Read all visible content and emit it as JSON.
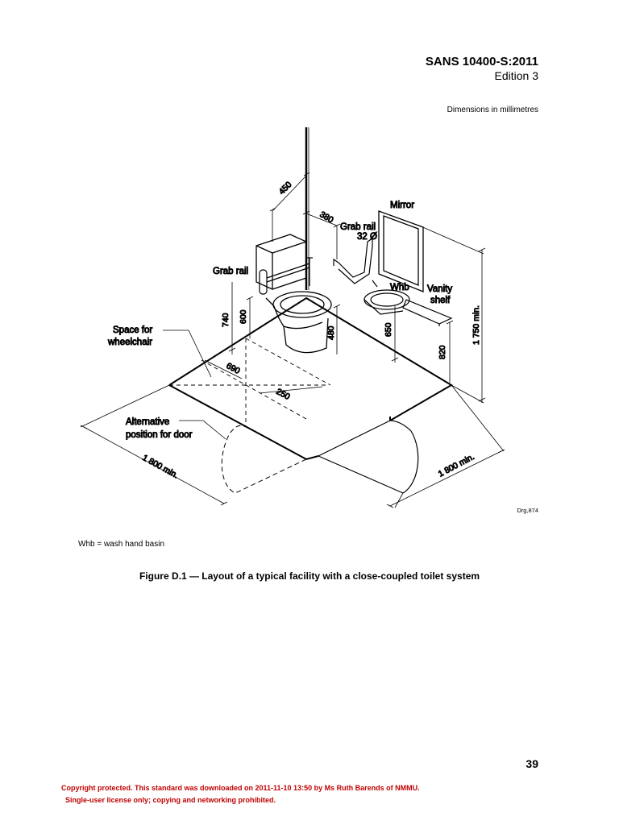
{
  "header": {
    "standard": "SANS 10400-S:2011",
    "edition": "Edition 3"
  },
  "dimensions_note": "Dimensions in millimetres",
  "drawing": {
    "labels": {
      "mirror": "Mirror",
      "grab_rail_right": "Grab rail",
      "grab_rail_diameter": "32 Ø",
      "whb": "Whb",
      "vanity_line1": "Vanity",
      "vanity_line2": "shelf",
      "grab_rail_left": "Grab rail",
      "space_line1": "Space for",
      "space_line2": "wheelchair",
      "alt_line1": "Alternative",
      "alt_line2": "position for door"
    },
    "dimensions": {
      "d450": "450",
      "d380": "380",
      "d740": "740",
      "d600": "600",
      "d480": "480",
      "d650": "650",
      "d820": "820",
      "d1750": "1 750 min.",
      "d690": "690",
      "d250": "250",
      "d1800_left": "1 800 min.",
      "d1800_right": "1 800 min."
    },
    "ref": "Drg,874"
  },
  "legend": "Whb = wash hand basin",
  "caption": "Figure D.1 — Layout of a typical facility with a close-coupled toilet system",
  "page_number": "39",
  "copyright": {
    "line1": "Copyright protected. This standard was downloaded on 2011-11-10 13:50 by Ms Ruth Barends of NMMU.",
    "line2": "Single-user license only; copying and networking prohibited."
  }
}
